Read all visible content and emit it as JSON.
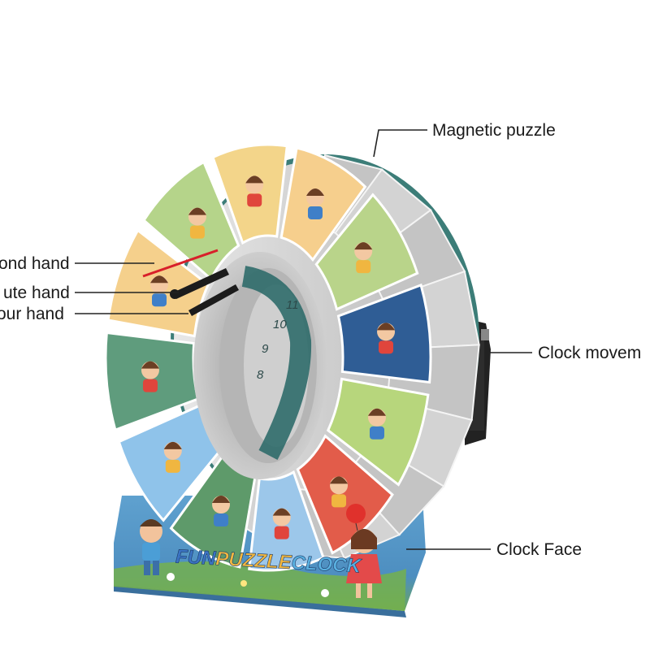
{
  "callouts": {
    "magnetic_puzzle": "Magnetic puzzle",
    "second_hand": "ond hand",
    "minute_hand": "ute hand",
    "hour_hand": "our hand",
    "clock_movement": "Clock movem",
    "clock_face": "Clock Face"
  },
  "clock": {
    "brand_text": "FUNPUZZLECLOCK",
    "dial_numbers": [
      "11",
      "10",
      "9",
      "8"
    ],
    "base_color": "#4f8fbf",
    "rim_color": "#3c7d78",
    "ring_color": "#cfcfcf",
    "hand_color": "#1c1c1c",
    "second_hand_color": "#d8202a"
  },
  "puzzle_tiles": [
    {
      "color": "#f3d58a",
      "scene": "girl-with-toy-icon"
    },
    {
      "color": "#f6cf8d",
      "scene": "boy-building-blocks-icon"
    },
    {
      "color": "#b9d48a",
      "scene": "girl-jumping-rope-icon"
    },
    {
      "color": "#2f5d95",
      "scene": "washing-hands-icon"
    },
    {
      "color": "#b7d67c",
      "scene": "boy-playing-football-icon"
    },
    {
      "color": "#e25c4a",
      "scene": "cake-icon"
    },
    {
      "color": "#9cc7ea",
      "scene": "boy-brushing-teeth-icon"
    },
    {
      "color": "#5e9a6a",
      "scene": "boy-bathing-icon"
    },
    {
      "color": "#8fc3ea",
      "scene": "toilet-icon"
    },
    {
      "color": "#5f9c7d",
      "scene": "girl-sleeping-icon"
    },
    {
      "color": "#f5d08c",
      "scene": "girl-in-bath-icon"
    },
    {
      "color": "#b5d48a",
      "scene": "girl-reading-icon"
    }
  ]
}
